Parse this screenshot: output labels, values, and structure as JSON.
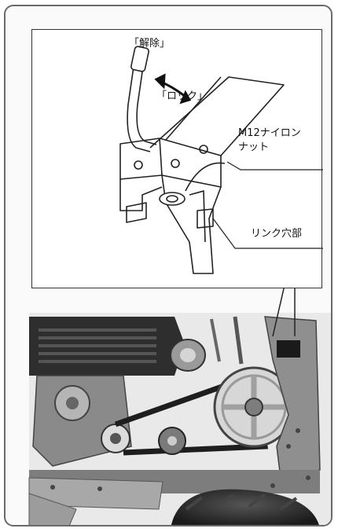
{
  "labels": {
    "release": "「解除」",
    "lock": "「ロック」",
    "nut_line1": "M12ナイロン",
    "nut_line2": "ナット",
    "link_hole": "リンク穴部"
  },
  "colors": {
    "line": "#222222",
    "photo_dark": "#2b2b2b",
    "photo_mid": "#6e6e6e",
    "photo_light": "#c9c9c9"
  }
}
